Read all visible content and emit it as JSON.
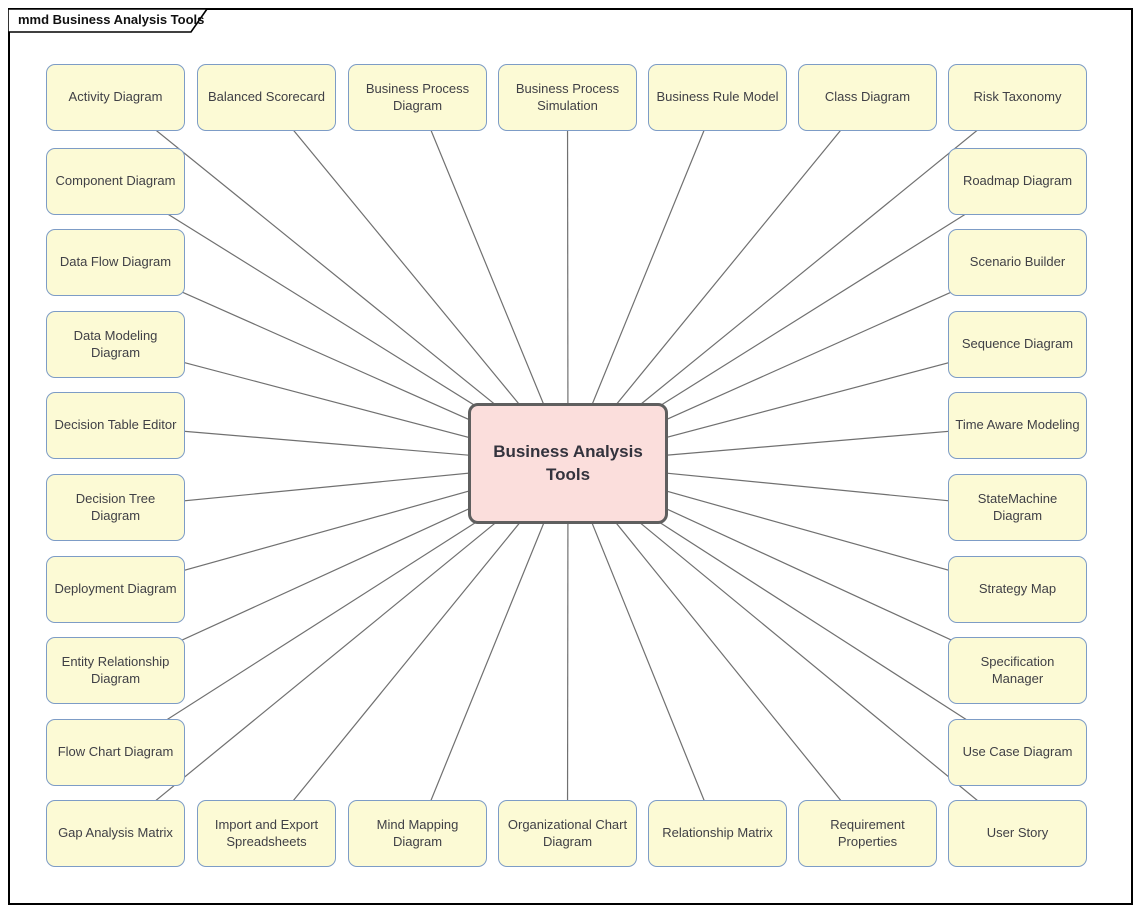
{
  "frame": {
    "tab_label": "mmd Business Analysis Tools"
  },
  "center_node": {
    "label": "Business Analysis Tools"
  },
  "nodes": [
    {
      "label": "Activity Diagram",
      "col": 0,
      "row": 0
    },
    {
      "label": "Balanced Scorecard",
      "col": 1,
      "row": 0
    },
    {
      "label": "Business Process Diagram",
      "col": 2,
      "row": 0
    },
    {
      "label": "Business Process Simulation",
      "col": 3,
      "row": 0
    },
    {
      "label": "Business Rule Model",
      "col": 4,
      "row": 0
    },
    {
      "label": "Class Diagram",
      "col": 5,
      "row": 0
    },
    {
      "label": "Risk Taxonomy",
      "col": 6,
      "row": 0
    },
    {
      "label": "Component Diagram",
      "col": 0,
      "row": 1
    },
    {
      "label": "Data Flow Diagram",
      "col": 0,
      "row": 2
    },
    {
      "label": "Data Modeling Diagram",
      "col": 0,
      "row": 3
    },
    {
      "label": "Decision Table Editor",
      "col": 0,
      "row": 4
    },
    {
      "label": "Decision Tree Diagram",
      "col": 0,
      "row": 5
    },
    {
      "label": "Deployment Diagram",
      "col": 0,
      "row": 6
    },
    {
      "label": "Entity Relationship Diagram",
      "col": 0,
      "row": 7
    },
    {
      "label": "Flow Chart Diagram",
      "col": 0,
      "row": 8
    },
    {
      "label": "Roadmap Diagram",
      "col": 6,
      "row": 1
    },
    {
      "label": "Scenario Builder",
      "col": 6,
      "row": 2
    },
    {
      "label": "Sequence Diagram",
      "col": 6,
      "row": 3
    },
    {
      "label": "Time Aware Modeling",
      "col": 6,
      "row": 4
    },
    {
      "label": "StateMachine Diagram",
      "col": 6,
      "row": 5
    },
    {
      "label": "Strategy Map",
      "col": 6,
      "row": 6
    },
    {
      "label": "Specification Manager",
      "col": 6,
      "row": 7
    },
    {
      "label": "Use Case Diagram",
      "col": 6,
      "row": 8
    },
    {
      "label": "Gap Analysis Matrix",
      "col": 0,
      "row": 9
    },
    {
      "label": "Import and Export Spreadsheets",
      "col": 1,
      "row": 9
    },
    {
      "label": "Mind Mapping Diagram",
      "col": 2,
      "row": 9
    },
    {
      "label": "Organizational Chart Diagram",
      "col": 3,
      "row": 9
    },
    {
      "label": "Relationship Matrix",
      "col": 4,
      "row": 9
    },
    {
      "label": "Requirement Properties",
      "col": 5,
      "row": 9
    },
    {
      "label": "User Story",
      "col": 6,
      "row": 9
    }
  ],
  "colors": {
    "node_fill": "#FCFAD5",
    "node_border": "#7D9CC6",
    "node_text": "#404046",
    "center_fill": "#FBDEDC",
    "center_border": "#5F5F5F",
    "center_text": "#33333D",
    "connector": "#707070",
    "frame_border": "#000000"
  }
}
